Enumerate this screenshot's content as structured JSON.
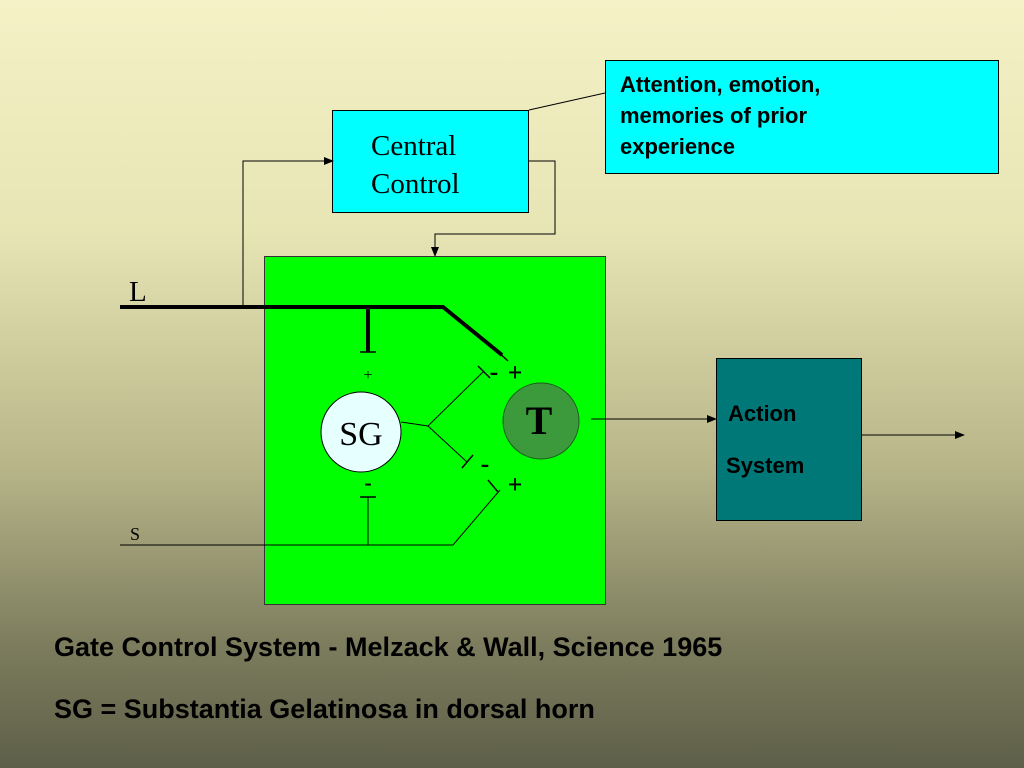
{
  "modulators_box": {
    "lines": [
      "Attention, emotion,",
      "memories of  prior",
      "experience"
    ]
  },
  "central_control": {
    "line1": "Central",
    "line2": "Control"
  },
  "input_labels": {
    "large_fiber": "L",
    "small_fiber": "S"
  },
  "nodes": {
    "sg": "SG",
    "t": "T"
  },
  "signs": {
    "sg_top": "+",
    "sg_bottom": "-",
    "t_upper_inhibit": "-",
    "t_upper_excite": "+",
    "t_lower_inhibit": "-",
    "t_lower_excite": "+"
  },
  "action_system": {
    "line1": "Action",
    "line2": "System"
  },
  "captions": {
    "line1": "Gate Control System - Melzack & Wall, Science 1965",
    "line2": "SG = Substantia Gelatinosa in dorsal horn"
  },
  "colors": {
    "cyan_box": "#00ffff",
    "gate_green": "#00ff00",
    "t_node": "#3c9a3c",
    "sg_node": "#e6ffff",
    "action_teal": "#007878"
  }
}
